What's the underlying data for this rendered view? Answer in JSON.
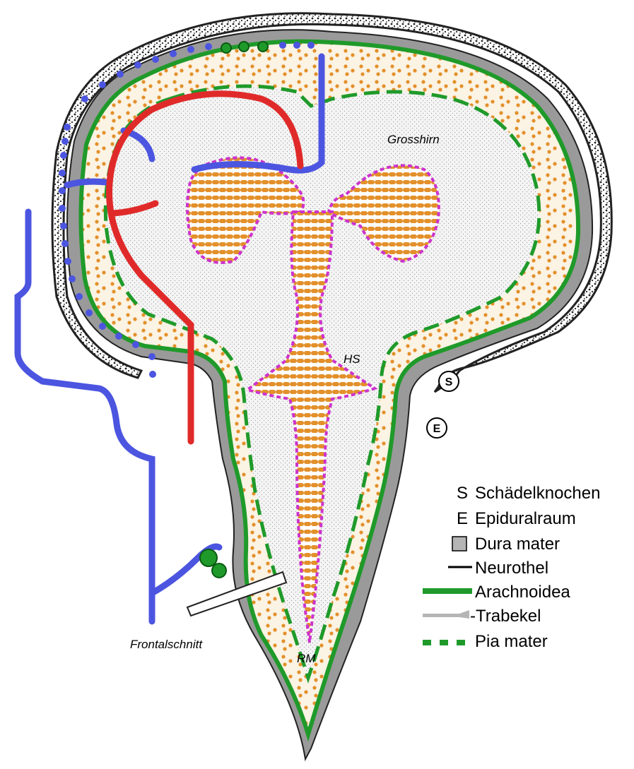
{
  "labels": {
    "grosshirn": "Grosshirn",
    "hs": "HS",
    "rm": "RM",
    "frontalschnitt": "Frontalschnitt",
    "marker_s": "S",
    "marker_e": "E"
  },
  "legend": {
    "items": [
      {
        "key": "S",
        "text": "Schädelknochen",
        "symbol": "letter"
      },
      {
        "key": "E",
        "text": "Epiduralraum",
        "symbol": "letter"
      },
      {
        "key": "",
        "text": "Dura mater",
        "symbol": "gray-box"
      },
      {
        "key": "",
        "text": "Neurothel",
        "symbol": "black-line"
      },
      {
        "key": "",
        "text": "Arachnoidea",
        "symbol": "green-bar"
      },
      {
        "key": "",
        "text": "-Trabekel",
        "symbol": "gray-trabecula"
      },
      {
        "key": "",
        "text": "Pia mater",
        "symbol": "green-dashes"
      }
    ]
  },
  "colors": {
    "bone": "#222222",
    "dura": "#9a9a9a",
    "arachnoid": "#1f9a2a",
    "pia": "#1f9a2a",
    "csf_dots": "#e3902b",
    "ventricle_fill": "#e3902b",
    "ependyma": "#cc33cc",
    "vein": "#4c55e0",
    "artery": "#e02a2a",
    "brain_fill": "#f2f2f2"
  }
}
